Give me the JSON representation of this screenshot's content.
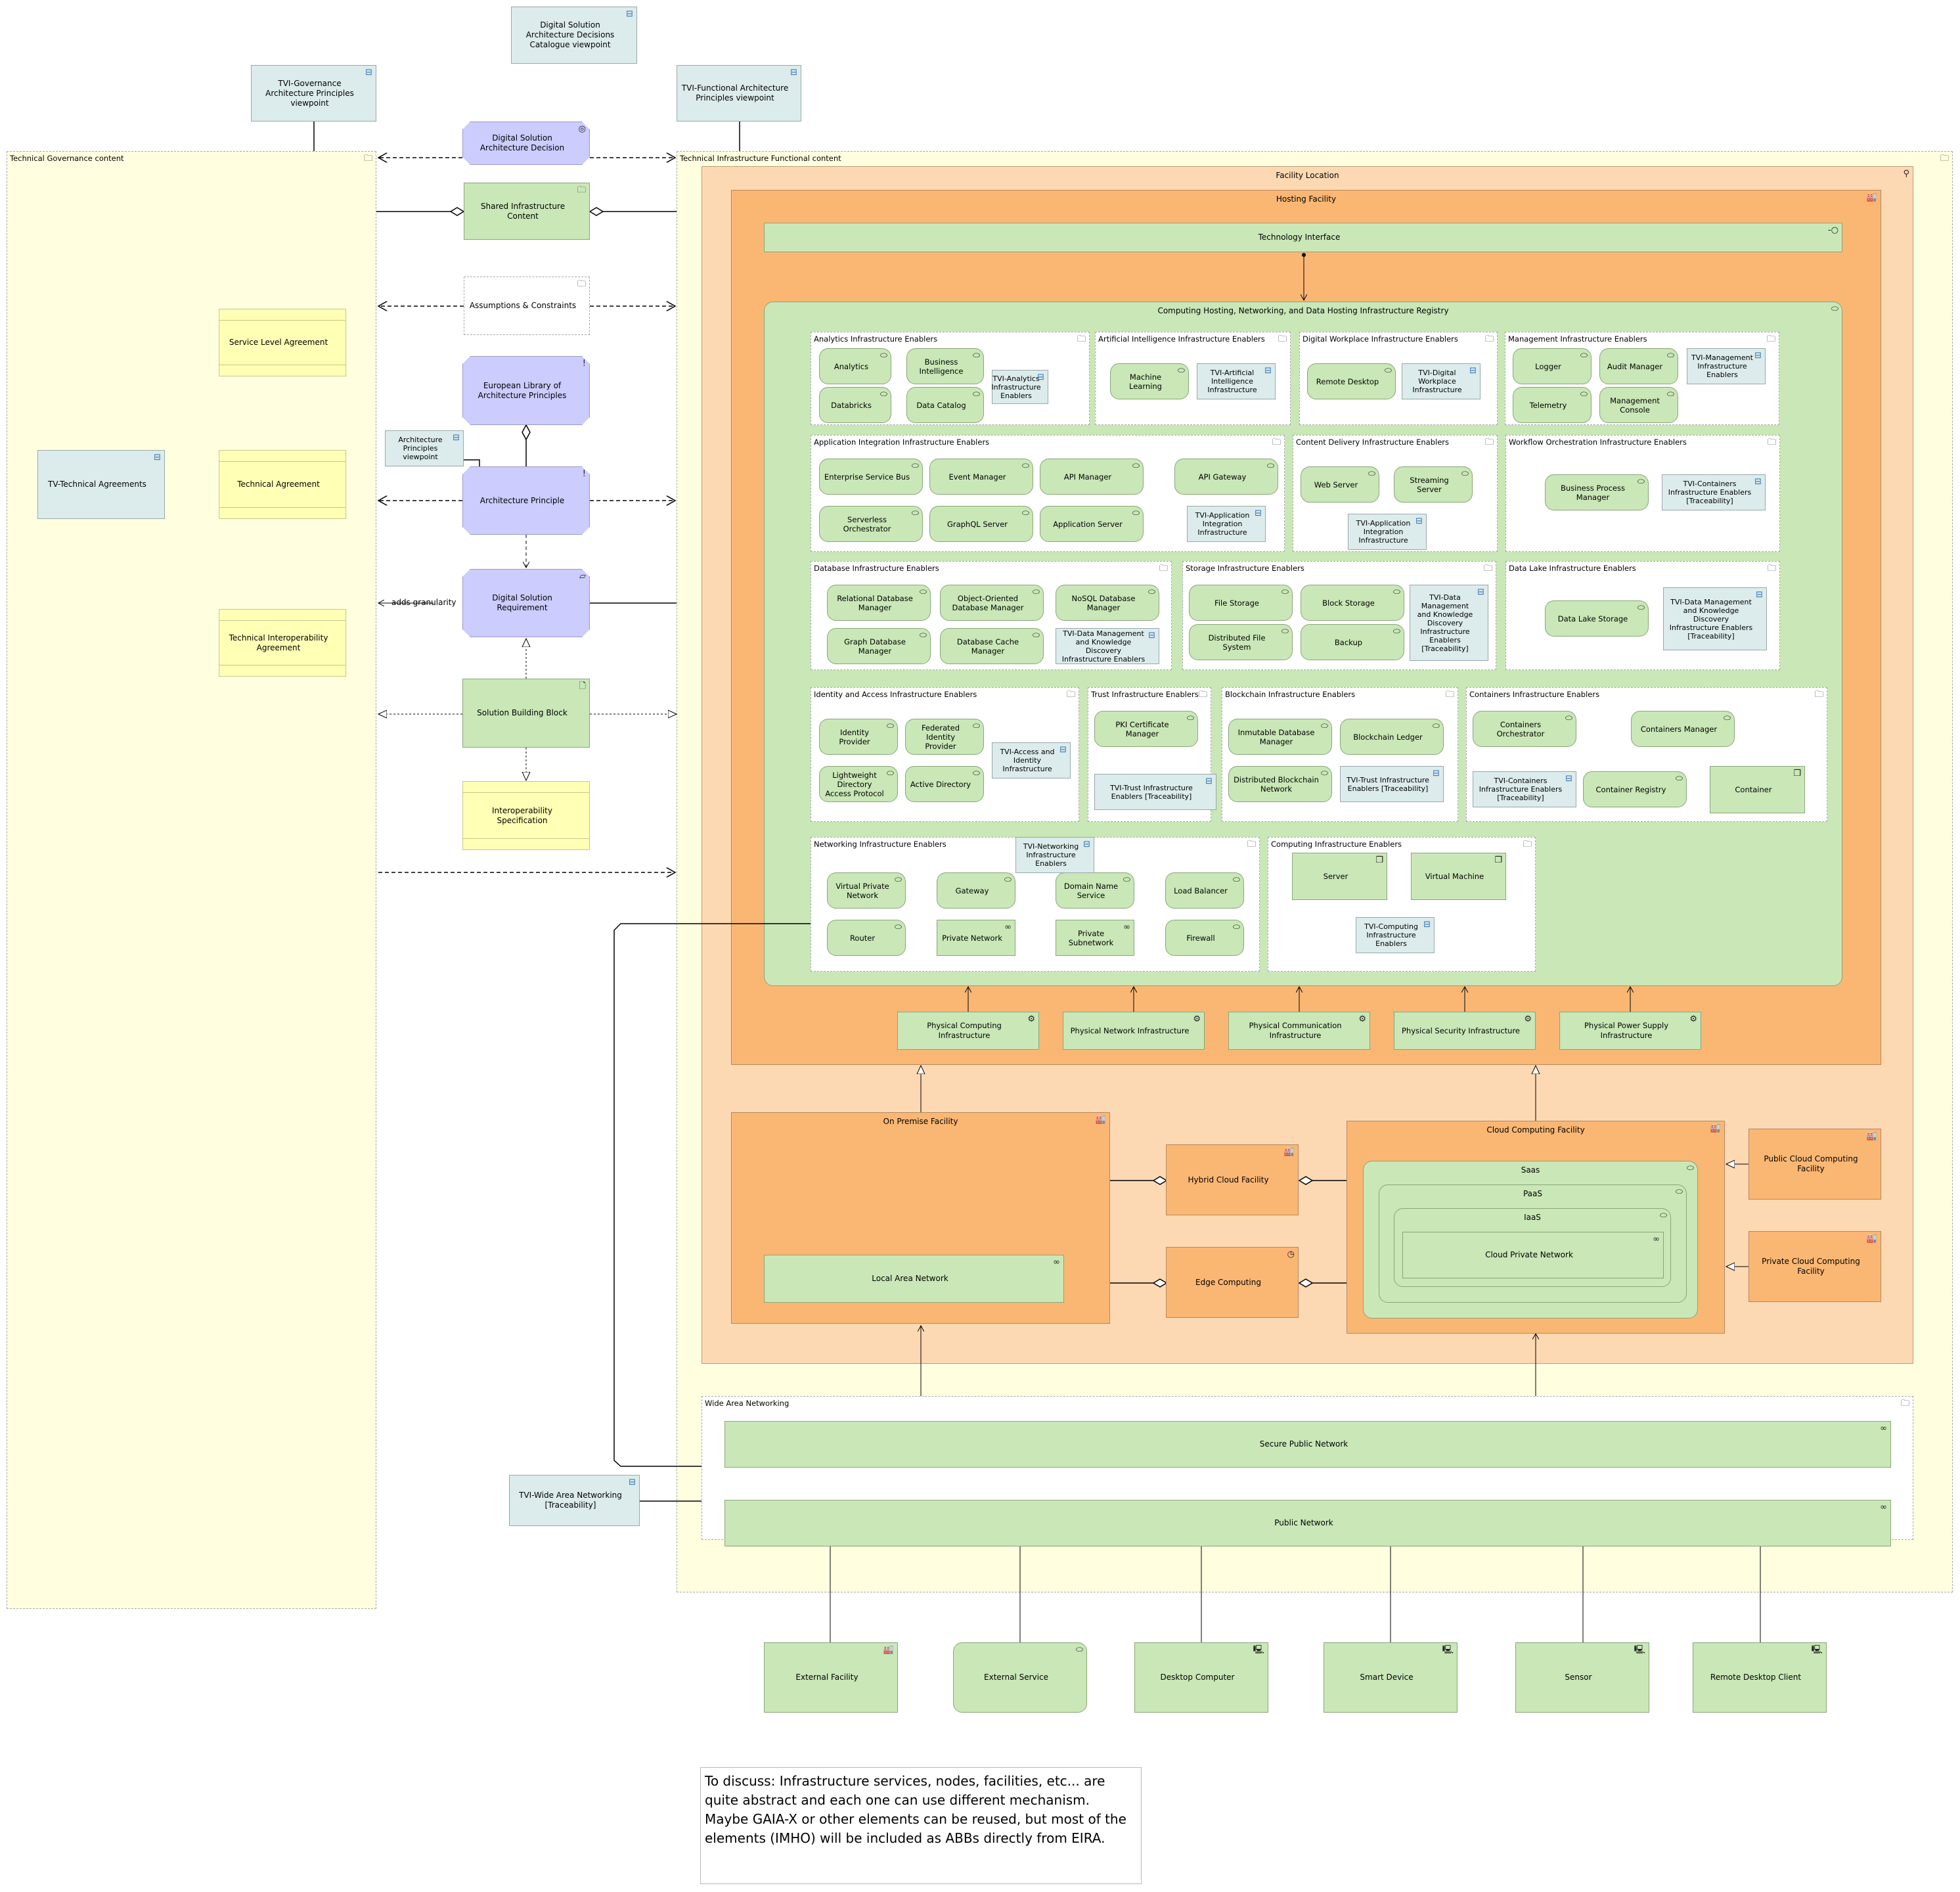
{
  "viewpoints": {
    "decisions_catalogue": "Digital Solution Architecture Decisions Catalogue viewpoint",
    "governance_principles": "TVI-Governance Architecture Principles viewpoint",
    "functional_principles": "TVI-Functional Architecture Principles viewpoint",
    "architecture_principles": "Architecture Principles viewpoint",
    "technical_agreements": "TV-Technical Agreements",
    "wide_area_networking": "TVI-Wide Area Networking [Traceability]"
  },
  "governance": {
    "title": "Technical Governance content",
    "service_level_agreement": "Service Level Agreement",
    "technical_agreement": "Technical Agreement",
    "technical_interoperability_agreement": "Technical Interoperability Agreement"
  },
  "middle": {
    "decision": "Digital Solution Architecture Decision",
    "shared_infrastructure": "Shared Infrastructure Content",
    "assumptions": "Assumptions & Constraints",
    "european_library": "European Library of Architecture Principles",
    "architecture_principle": "Architecture Principle",
    "requirement": "Digital Solution Requirement",
    "adds_granularity": "adds granularity",
    "solution_building_block": "Solution Building Block",
    "interoperability_specification": "Interoperability Specification"
  },
  "functional": {
    "title": "Technical Infrastructure Functional content",
    "facility_location": "Facility Location",
    "hosting_facility": "Hosting Facility",
    "technology_interface": "Technology Interface",
    "registry": "Computing Hosting, Networking, and Data Hosting Infrastructure Registry"
  },
  "enablers": {
    "analytics": {
      "title": "Analytics Infrastructure Enablers",
      "items": [
        "Analytics",
        "Business Intelligence",
        "Databricks",
        "Data Catalog"
      ],
      "tvi": "TVI-Analytics Infrastructure Enablers"
    },
    "ai": {
      "title": "Artificial Intelligence Infrastructure Enablers",
      "items": [
        "Machine Learning"
      ],
      "tvi": "TVI-Artificial Intelligence Infrastructure"
    },
    "workplace": {
      "title": "Digital Workplace Infrastructure Enablers",
      "items": [
        "Remote Desktop"
      ],
      "tvi": "TVI-Digital Workplace Infrastructure"
    },
    "management": {
      "title": "Management Infrastructure Enablers",
      "items": [
        "Logger",
        "Audit Manager",
        "Telemetry",
        "Management Console"
      ],
      "tvi": "TVI-Management Infrastructure Enablers"
    },
    "app_integration": {
      "title": "Application Integration Infrastructure Enablers",
      "items": [
        "Enterprise Service Bus",
        "Event Manager",
        "API Manager",
        "API Gateway",
        "Serverless Orchestrator",
        "GraphQL Server",
        "Application Server"
      ],
      "tvi": "TVI-Application Integration Infrastructure"
    },
    "content_delivery": {
      "title": "Content Delivery Infrastructure Enablers",
      "items": [
        "Web Server",
        "Streaming Server"
      ],
      "tvi": "TVI-Application Integration Infrastructure"
    },
    "workflow": {
      "title": "Workflow Orchestration Infrastructure Enablers",
      "items": [
        "Business Process Manager"
      ],
      "tvi": "TVI-Containers Infrastructure Enablers [Traceability]"
    },
    "database": {
      "title": "Database Infrastructure Enablers",
      "items": [
        "Relational Database Manager",
        "Object-Oriented Database Manager",
        "NoSQL Database Manager",
        "Graph Database Manager",
        "Database Cache Manager"
      ],
      "tvi": "TVI-Data Management and Knowledge Discovery Infrastructure Enablers"
    },
    "storage": {
      "title": "Storage Infrastructure Enablers",
      "items": [
        "File Storage",
        "Block Storage",
        "Distributed File System",
        "Backup"
      ],
      "tvi": "TVI-Data Management and Knowledge Discovery Infrastructure Enablers [Traceability]"
    },
    "data_lake": {
      "title": "Data Lake Infrastructure Enablers",
      "items": [
        "Data Lake Storage"
      ],
      "tvi": "TVI-Data Management and Knowledge Discovery Infrastructure Enablers [Traceability]"
    },
    "identity": {
      "title": "Identity and Access Infrastructure Enablers",
      "items": [
        "Identity Provider",
        "Federated Identity Provider",
        "Lightweight Directory Access Protocol",
        "Active Directory"
      ],
      "tvi": "TVI-Access and Identity Infrastructure"
    },
    "trust": {
      "title": "Trust Infrastructure Enablers",
      "items": [
        "PKI Certificate Manager"
      ],
      "tvi": "TVI-Trust Infrastructure Enablers [Traceability]"
    },
    "blockchain": {
      "title": "Blockchain Infrastructure Enablers",
      "items": [
        "Inmutable Database Manager",
        "Blockchain Ledger",
        "Distributed Blockchain Network"
      ],
      "tvi": "TVI-Trust Infrastructure Enablers [Traceability]"
    },
    "containers": {
      "title": "Containers Infrastructure Enablers",
      "items": [
        "Containers Orchestrator",
        "Containers Manager",
        "Container Registry",
        "Container"
      ],
      "tvi": "TVI-Containers Infrastructure Enablers [Traceability]"
    },
    "networking": {
      "title": "Networking Infrastructure Enablers",
      "items": [
        "Virtual Private Network",
        "Gateway",
        "Domain Name Service",
        "Load Balancer",
        "Router",
        "Private Network",
        "Private Subnetwork",
        "Firewall"
      ],
      "tvi": "TVI-Networking Infrastructure Enablers"
    },
    "computing": {
      "title": "Computing Infrastructure Enablers",
      "items": [
        "Server",
        "Virtual Machine"
      ],
      "tvi": "TVI-Computing Infrastructure Enablers"
    }
  },
  "physical": [
    "Physical Computing Infrastructure",
    "Physical Network Infrastructure",
    "Physical Communication Infrastructure",
    "Physical Security Infrastructure",
    "Physical Power Supply Infrastructure"
  ],
  "facilities": {
    "on_premise": "On Premise Facility",
    "local_area_network": "Local Area Network",
    "hybrid_cloud": "Hybrid Cloud Facility",
    "edge_computing": "Edge Computing",
    "cloud_computing": "Cloud Computing Facility",
    "saas": "Saas",
    "paas": "PaaS",
    "iaas": "IaaS",
    "cloud_private_network": "Cloud Private Network",
    "public_cloud": "Public Cloud Computing Facility",
    "private_cloud": "Private Cloud Computing Facility"
  },
  "wan": {
    "title": "Wide Area Networking",
    "secure_public_network": "Secure Public Network",
    "public_network": "Public Network"
  },
  "external": [
    "External Facility",
    "External Service",
    "Desktop Computer",
    "Smart Device",
    "Sensor",
    "Remote Desktop Client"
  ],
  "note": "To discuss: Infrastructure services, nodes, facilities, etc... are quite abstract and each one can use different mechanism. Maybe GAIA-X or other elements can be reused, but most of the elements (IMHO) will be included as ABBs directly from EIRA.",
  "icons": {
    "viewpoint": "⊟",
    "group": "🗀",
    "service": "⬭",
    "goal": "◎",
    "principle": "!",
    "requirement": "▱",
    "representation": "🗋",
    "location": "⚲",
    "facility": "🏭",
    "interface": "-○",
    "network": "∞",
    "equipment": "⚙",
    "node": "❒",
    "device": "🖳",
    "event": "◷"
  }
}
